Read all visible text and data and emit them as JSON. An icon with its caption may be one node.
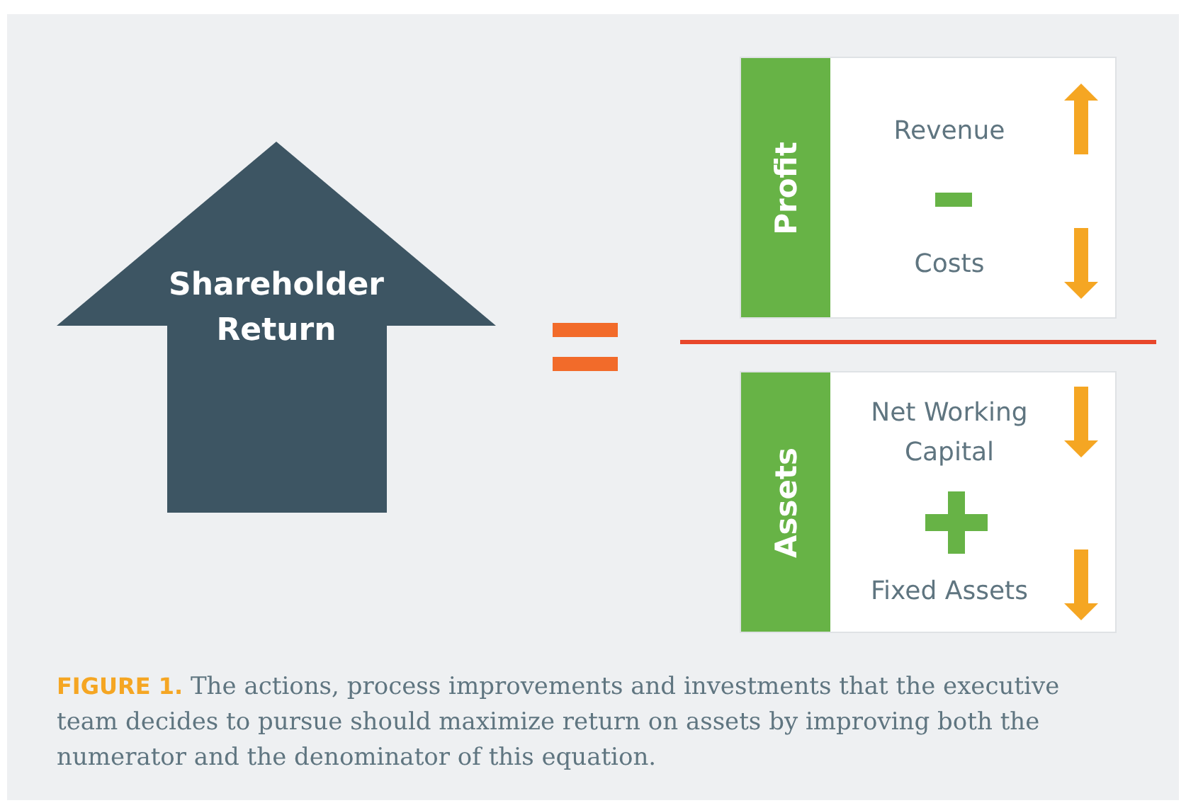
{
  "diagram": {
    "caption": "**FIGURE 1.** The actions, process improvements and investments that the executive team decides to pursue should maximize return on assets by improving both the numerator and the denominator of this equation.",
    "nodes": [
      {
        "text": [
          "Shareholder Return"
        ]
      },
      {
        "text": [
          "Profit",
          "Revenue",
          "Costs"
        ]
      },
      {
        "text": [
          "Assets",
          "Net Working Capital",
          "Fixed Assets"
        ]
      }
    ],
    "edges": []
  }
}
